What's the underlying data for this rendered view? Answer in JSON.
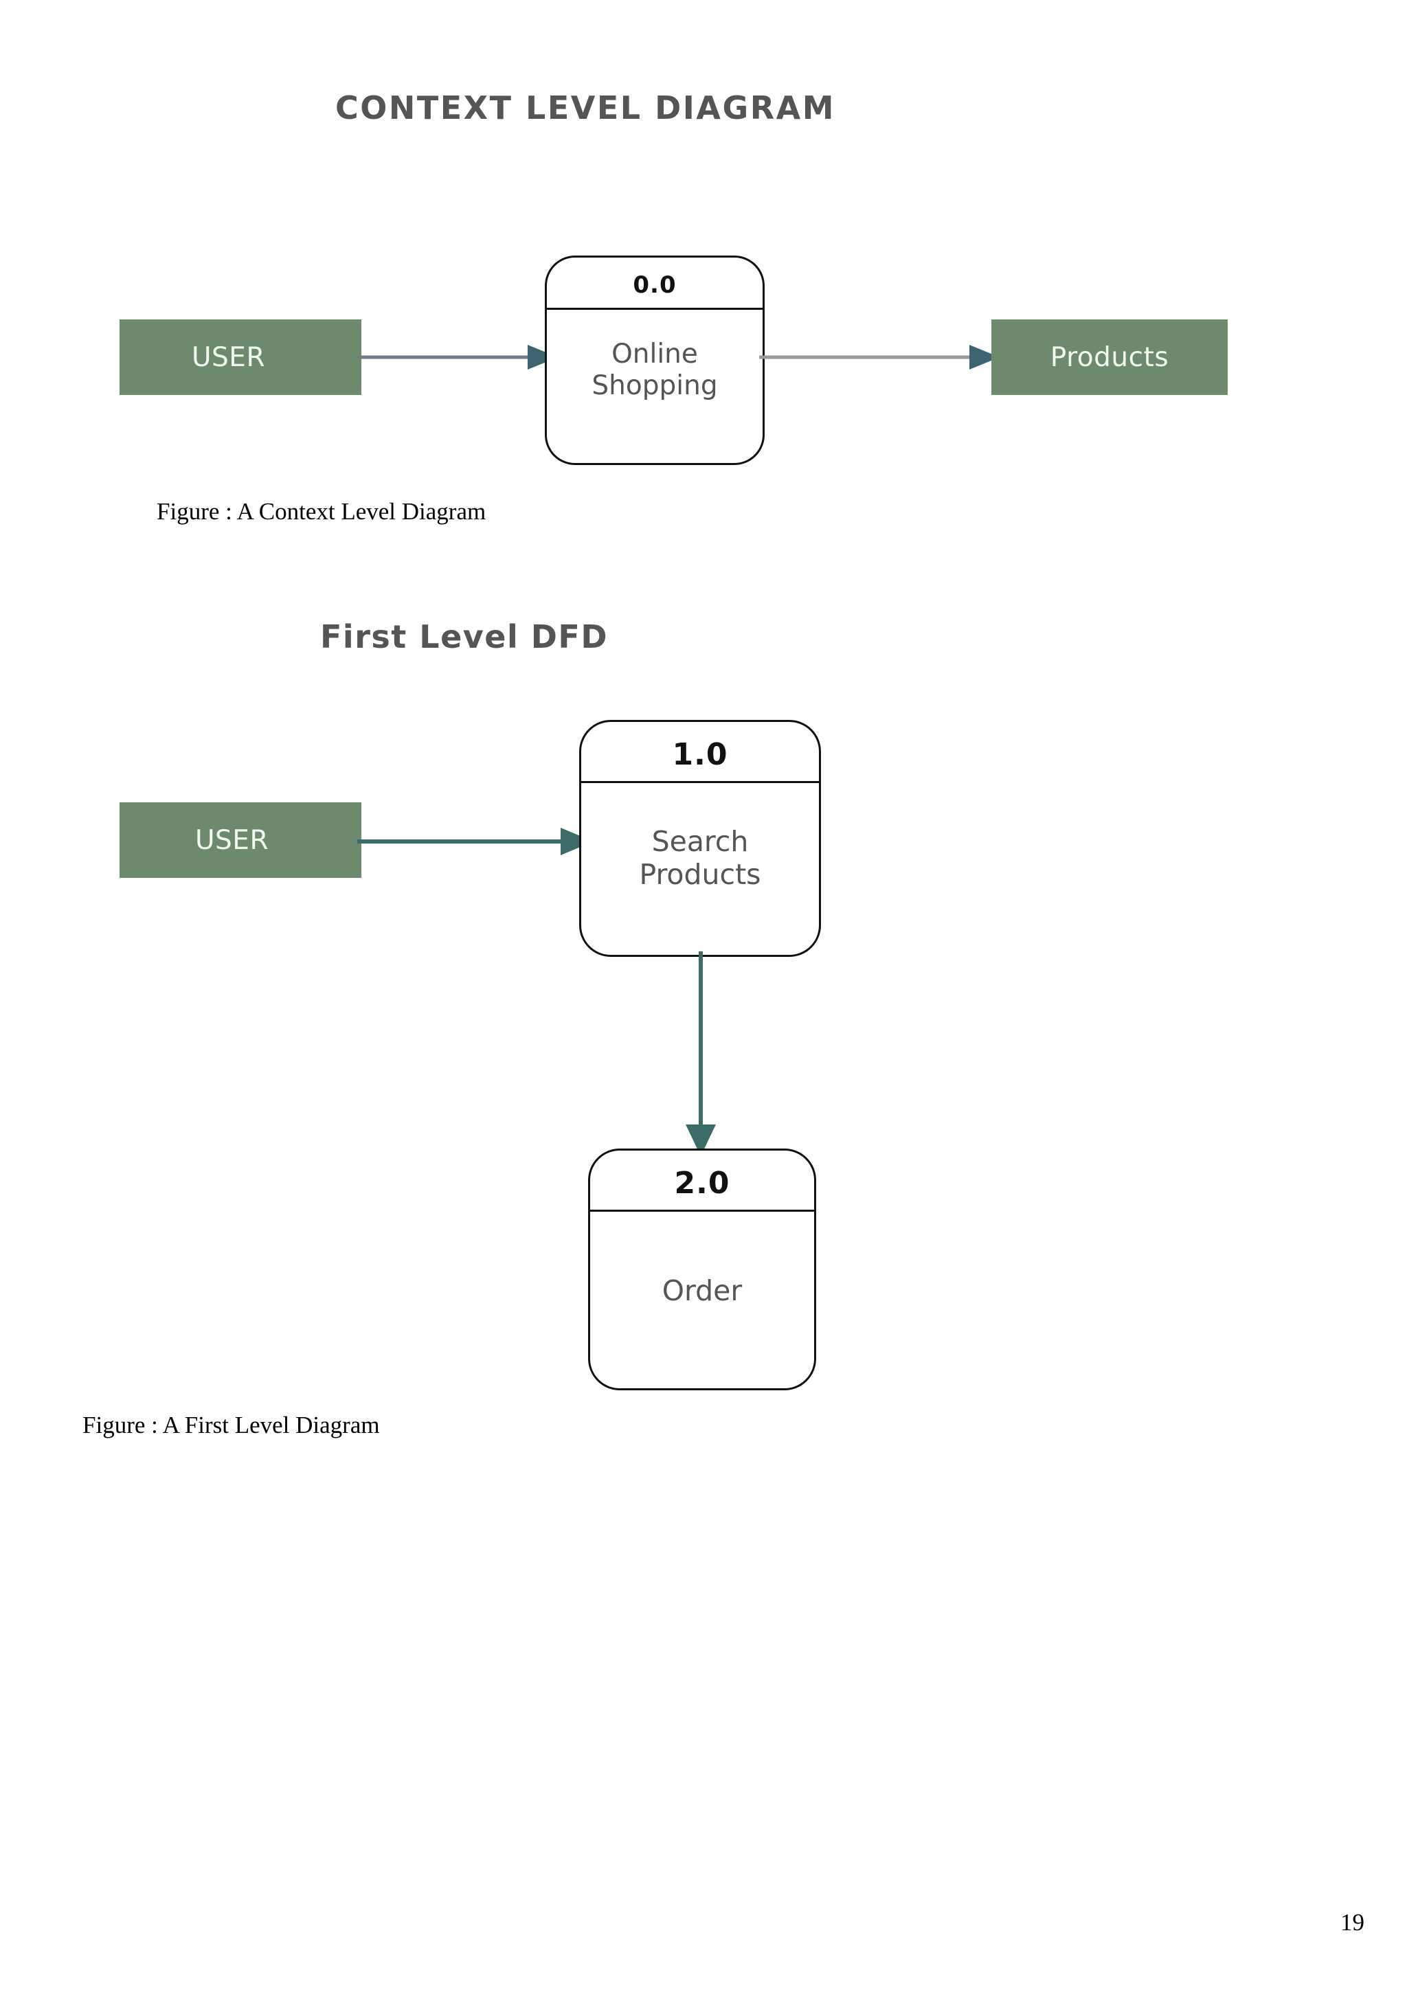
{
  "document": {
    "page_number": "19"
  },
  "sections": [
    {
      "heading": "CONTEXT LEVEL DIAGRAM",
      "caption": "Figure : A Context Level Diagram"
    },
    {
      "heading": "First Level DFD",
      "caption": "Figure : A First Level Diagram"
    }
  ],
  "colors": {
    "entity_fill": "#6d8a6f",
    "entity_text": "#f2f7f0",
    "process_stroke": "#111111",
    "process_text": "#555557",
    "heading_text": "#555557",
    "arrow_dark": "#3d6470",
    "arrow_light": "#9a9a9a",
    "arrow_teal": "#3d6b68",
    "page_background": "#ffffff"
  },
  "chart_data": [
    {
      "type": "diagram",
      "title": "CONTEXT LEVEL DIAGRAM",
      "caption": "Figure : A Context Level Diagram",
      "nodes": [
        {
          "id": "user",
          "kind": "external-entity",
          "label": "USER"
        },
        {
          "id": "online-shopping",
          "kind": "process",
          "number": "0.0",
          "label": "Online\nShopping"
        },
        {
          "id": "products",
          "kind": "external-entity",
          "label": "Products"
        }
      ],
      "edges": [
        {
          "from": "user",
          "to": "online-shopping",
          "direction": "right",
          "label": ""
        },
        {
          "from": "online-shopping",
          "to": "products",
          "direction": "right",
          "label": ""
        }
      ]
    },
    {
      "type": "diagram",
      "title": "First Level DFD",
      "caption": "Figure : A First Level Diagram",
      "nodes": [
        {
          "id": "user",
          "kind": "external-entity",
          "label": "USER"
        },
        {
          "id": "search-products",
          "kind": "process",
          "number": "1.0",
          "label": "Search\nProducts"
        },
        {
          "id": "order",
          "kind": "process",
          "number": "2.0",
          "label": "Order"
        }
      ],
      "edges": [
        {
          "from": "user",
          "to": "search-products",
          "direction": "right",
          "label": ""
        },
        {
          "from": "search-products",
          "to": "order",
          "direction": "down",
          "label": ""
        }
      ]
    }
  ],
  "context_diagram": {
    "heading": "CONTEXT LEVEL DIAGRAM",
    "caption": "Figure : A Context Level Diagram",
    "entity_user": "USER",
    "entity_products": "Products",
    "process": {
      "number": "0.0",
      "name": "Online\nShopping"
    }
  },
  "first_level_diagram": {
    "heading": "First Level DFD",
    "caption": "Figure : A First Level Diagram",
    "entity_user": "USER",
    "process_search": {
      "number": "1.0",
      "name": "Search\nProducts"
    },
    "process_order": {
      "number": "2.0",
      "name": "Order"
    }
  }
}
